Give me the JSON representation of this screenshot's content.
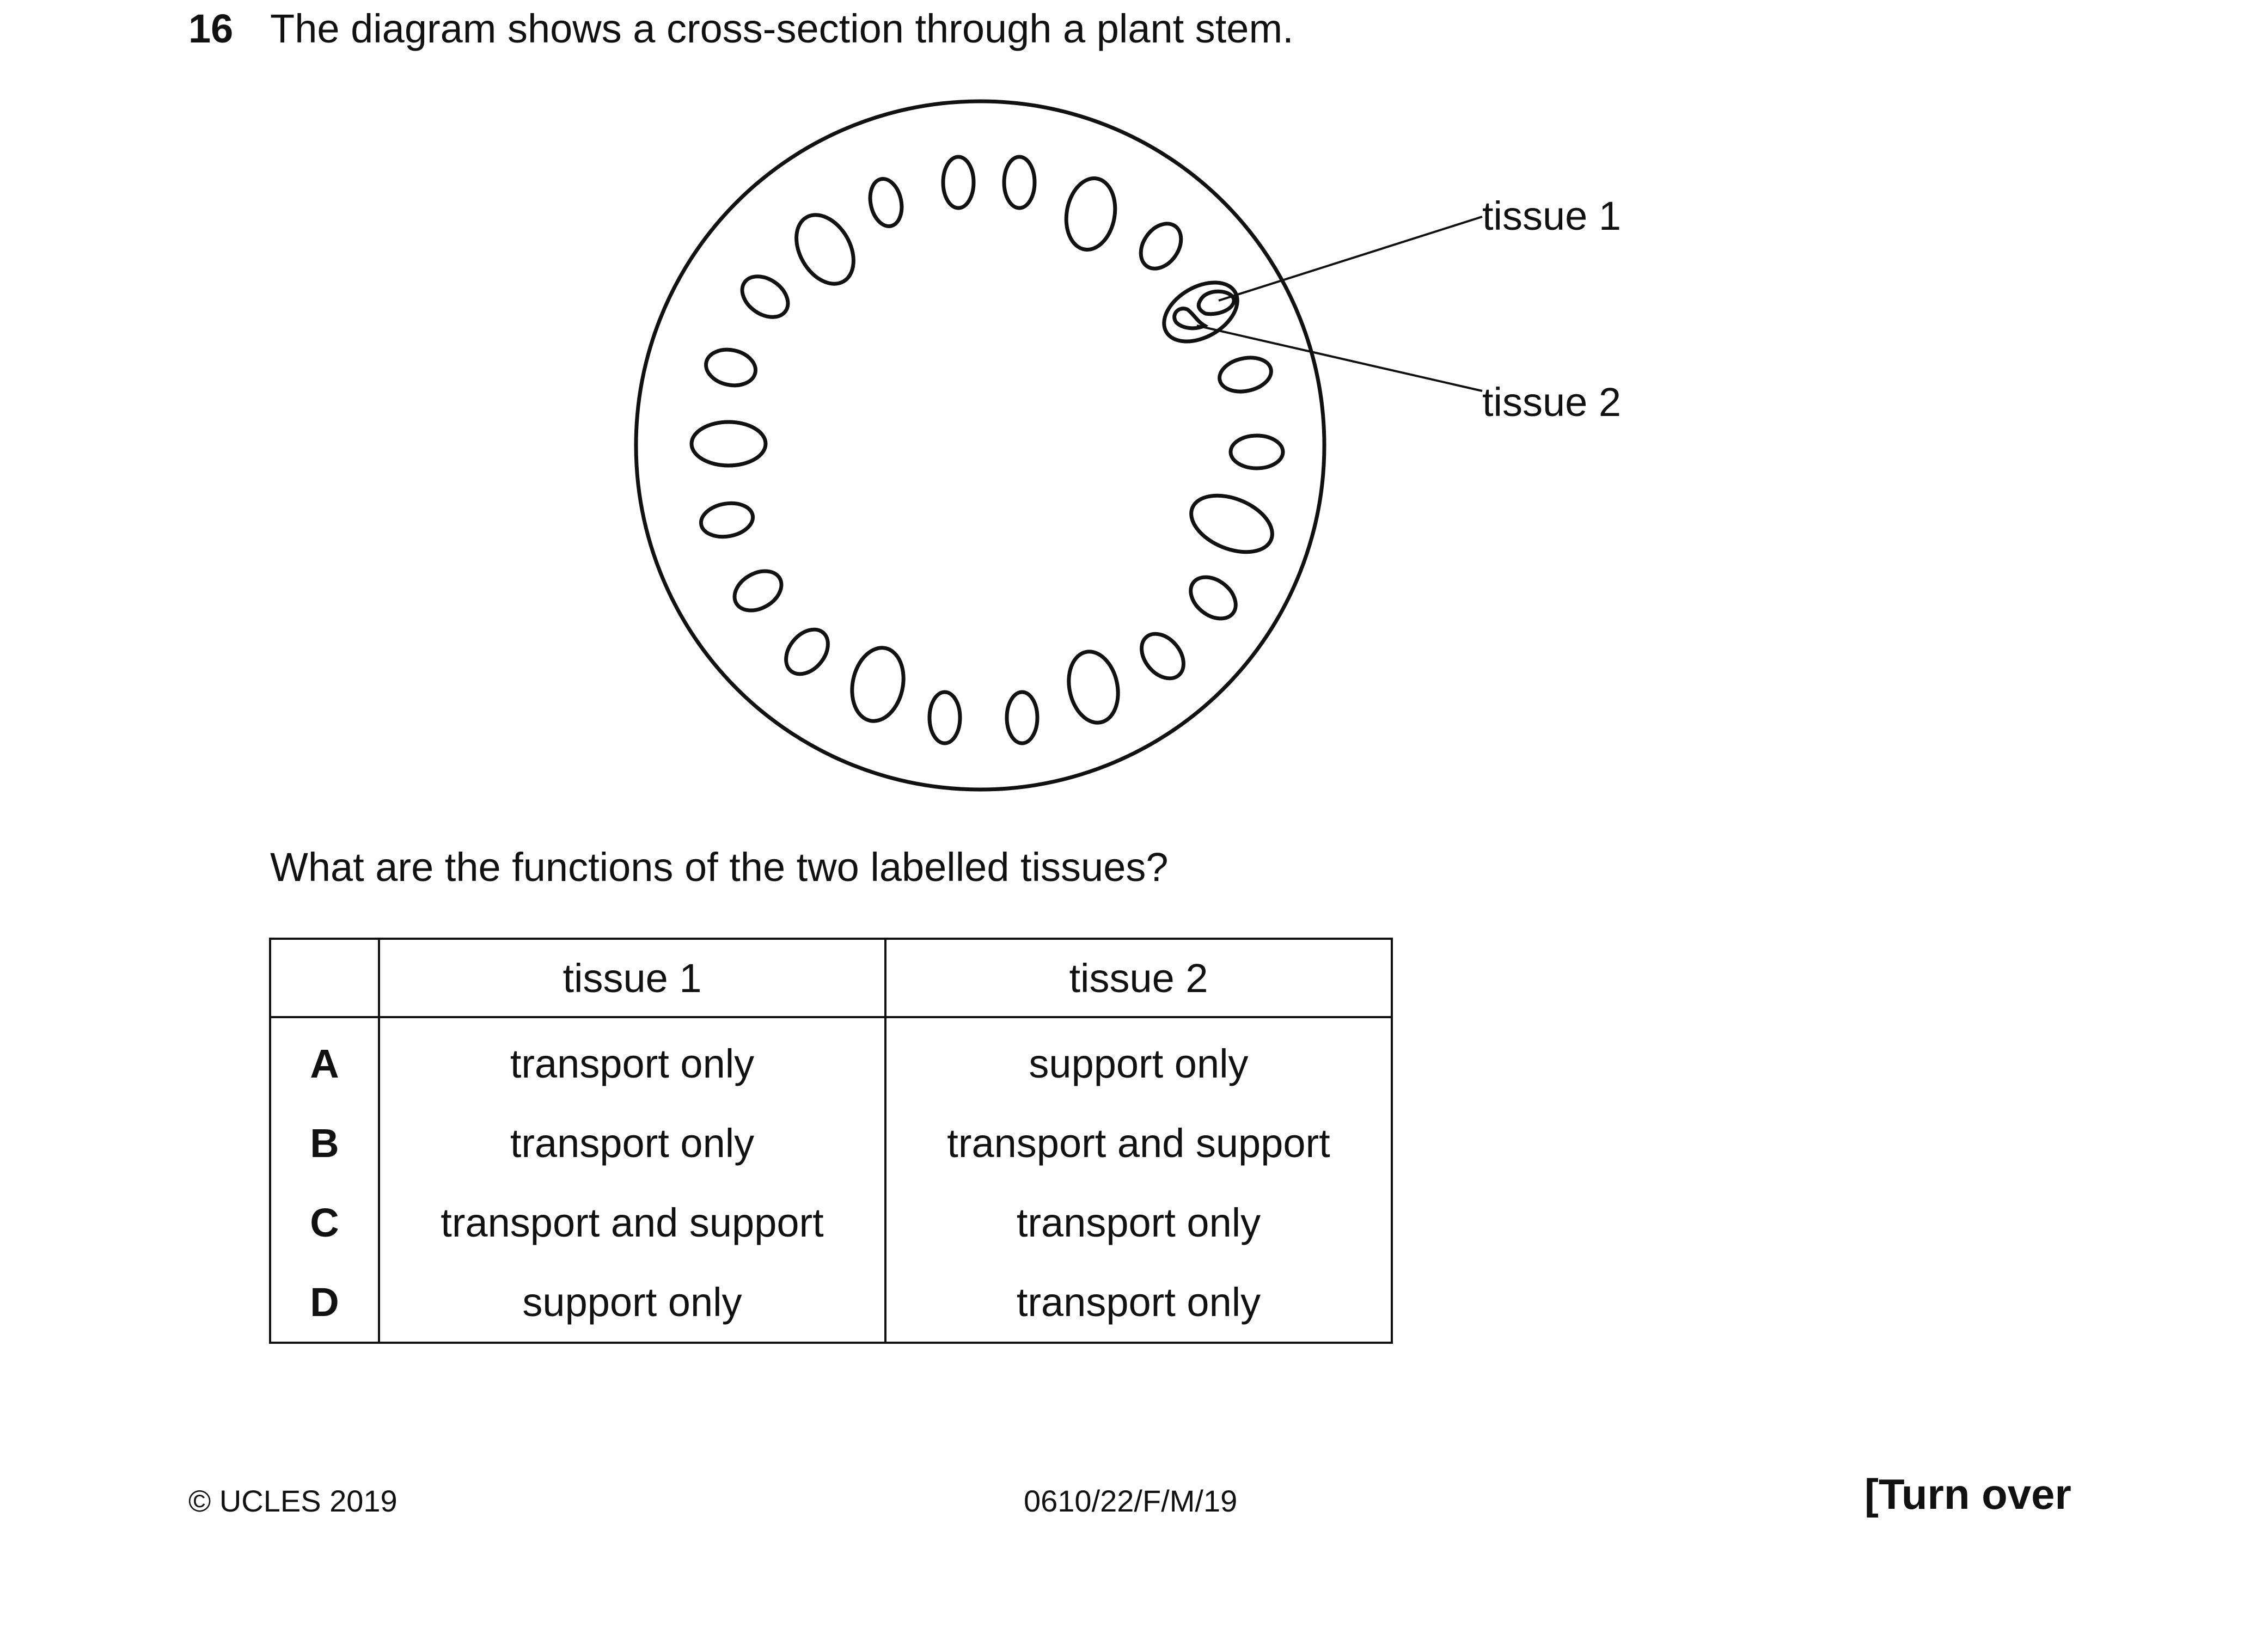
{
  "question": {
    "number": "16",
    "text": "The diagram shows a cross-section through a plant stem."
  },
  "diagram": {
    "labels": {
      "tissue1": "tissue 1",
      "tissue2": "tissue 2"
    }
  },
  "prompt": "What are the functions of the two labelled tissues?",
  "table": {
    "headers": [
      "",
      "tissue 1",
      "tissue 2"
    ],
    "rows": [
      {
        "option": "A",
        "tissue1": "transport only",
        "tissue2": "support only"
      },
      {
        "option": "B",
        "tissue1": "transport only",
        "tissue2": "transport and support"
      },
      {
        "option": "C",
        "tissue1": "transport and support",
        "tissue2": "transport only"
      },
      {
        "option": "D",
        "tissue1": "support only",
        "tissue2": "transport only"
      }
    ]
  },
  "footer": {
    "copyright": "© UCLES 2019",
    "code": "0610/22/F/M/19",
    "turn": "[Turn over"
  }
}
